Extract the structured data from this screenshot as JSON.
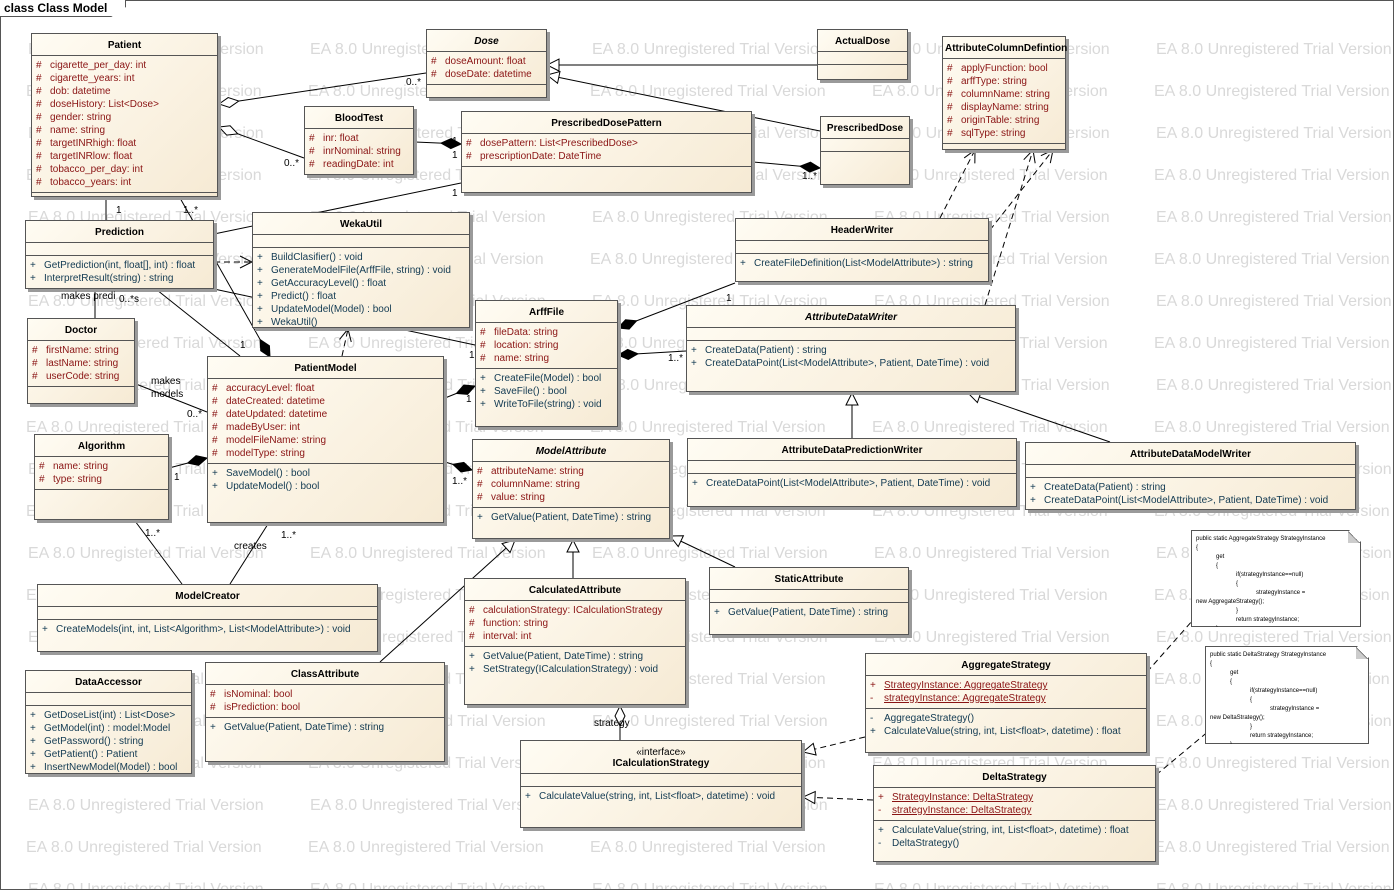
{
  "diagram": {
    "frame_title": "class Class Model",
    "watermark": "EA 8.0 Unregistered Trial Version"
  },
  "classes": {
    "patient": {
      "name": "Patient",
      "attrs": [
        [
          "#",
          "cigarette_per_day:  int"
        ],
        [
          "#",
          "cigarette_years:  int"
        ],
        [
          "#",
          "dob:  datetime"
        ],
        [
          "#",
          "doseHistory:  List<Dose>"
        ],
        [
          "#",
          "gender:  string"
        ],
        [
          "#",
          "name:  string"
        ],
        [
          "#",
          "targetINRhigh:  float"
        ],
        [
          "#",
          "targetINRlow:  float"
        ],
        [
          "#",
          "tobacco_per_day:  int"
        ],
        [
          "#",
          "tobacco_years:  int"
        ]
      ],
      "ops": []
    },
    "dose": {
      "name": "Dose",
      "attrs": [
        [
          "#",
          "doseAmount:  float"
        ],
        [
          "#",
          "doseDate:  datetime"
        ]
      ],
      "ops": []
    },
    "actual_dose": {
      "name": "ActualDose",
      "attrs": [],
      "ops": []
    },
    "attribute_column_definition": {
      "name": "AttributeColumnDefintion",
      "attrs": [
        [
          "#",
          "applyFunction:  bool"
        ],
        [
          "#",
          "arffType:  string"
        ],
        [
          "#",
          "columnName:  string"
        ],
        [
          "#",
          "displayName:  string"
        ],
        [
          "#",
          "originTable:  string"
        ],
        [
          "#",
          "sqlType:  string"
        ]
      ],
      "ops": []
    },
    "blood_test": {
      "name": "BloodTest",
      "attrs": [
        [
          "#",
          "inr:  float"
        ],
        [
          "#",
          "inrNominal:  string"
        ],
        [
          "#",
          "readingDate:  int"
        ]
      ],
      "ops": []
    },
    "prescribed_dose_pattern": {
      "name": "PrescribedDosePattern",
      "attrs": [
        [
          "#",
          "dosePattern:  List<PrescribedDose>"
        ],
        [
          "#",
          "prescriptionDate:  DateTime"
        ]
      ],
      "ops": []
    },
    "prescribed_dose": {
      "name": "PrescribedDose",
      "attrs": [],
      "ops": []
    },
    "prediction": {
      "name": "Prediction",
      "attrs": [],
      "ops": [
        [
          "+",
          "GetPrediction(int, float[], int) : float"
        ],
        [
          "+",
          "InterpretResult(string) : string"
        ]
      ]
    },
    "weka_util": {
      "name": "WekaUtil",
      "attrs": [],
      "ops": [
        [
          "+",
          "BuildClasifier() : void"
        ],
        [
          "+",
          "GenerateModelFile(ArffFile, string) : void"
        ],
        [
          "+",
          "GetAccuracyLevel() : float"
        ],
        [
          "+",
          "Predict() : float"
        ],
        [
          "+",
          "UpdateModel(Model) : bool"
        ],
        [
          "+",
          "WekaUtil()"
        ]
      ]
    },
    "header_writer": {
      "name": "HeaderWriter",
      "attrs": [],
      "ops": [
        [
          "+",
          "CreateFileDefinition(List<ModelAttribute>) : string"
        ]
      ]
    },
    "doctor": {
      "name": "Doctor",
      "attrs": [
        [
          "#",
          "firstName:  string"
        ],
        [
          "#",
          "lastName:  string"
        ],
        [
          "#",
          "userCode:  string"
        ]
      ],
      "ops": []
    },
    "arff_file": {
      "name": "ArffFile",
      "attrs": [
        [
          "#",
          "fileData:  string"
        ],
        [
          "#",
          "location:  string"
        ],
        [
          "#",
          "name:  string"
        ]
      ],
      "ops": [
        [
          "+",
          "CreateFile(Model) : bool"
        ],
        [
          "+",
          "SaveFile() : bool"
        ],
        [
          "+",
          "WriteToFile(string) : void"
        ]
      ]
    },
    "attribute_data_writer": {
      "name": "AttributeDataWriter",
      "attrs": [],
      "ops": [
        [
          "+",
          "CreateData(Patient) : string"
        ],
        [
          "+",
          "CreateDataPoint(List<ModelAttribute>, Patient, DateTime) : void"
        ]
      ]
    },
    "patient_model": {
      "name": "PatientModel",
      "attrs": [
        [
          "#",
          "accuracyLevel:  float"
        ],
        [
          "#",
          "dateCreated:  datetime"
        ],
        [
          "#",
          "dateUpdated:  datetime"
        ],
        [
          "#",
          "madeByUser:  int"
        ],
        [
          "#",
          "modelFileName:  string"
        ],
        [
          "#",
          "modelType:  string"
        ]
      ],
      "ops": [
        [
          "+",
          "SaveModel() : bool"
        ],
        [
          "+",
          "UpdateModel() : bool"
        ]
      ]
    },
    "algorithm": {
      "name": "Algorithm",
      "attrs": [
        [
          "#",
          "name:  string"
        ],
        [
          "#",
          "type:  string"
        ]
      ],
      "ops": []
    },
    "model_attribute": {
      "name": "ModelAttribute",
      "attrs": [
        [
          "#",
          "attributeName:  string"
        ],
        [
          "#",
          "columnName:  string"
        ],
        [
          "#",
          "value:  string"
        ]
      ],
      "ops": [
        [
          "+",
          "GetValue(Patient, DateTime) : string"
        ]
      ]
    },
    "attribute_data_prediction_writer": {
      "name": "AttributeDataPredictionWriter",
      "attrs": [],
      "ops": [
        [
          "+",
          "CreateDataPoint(List<ModelAttribute>, Patient, DateTime) : void"
        ]
      ]
    },
    "attribute_data_model_writer": {
      "name": "AttributeDataModelWriter",
      "attrs": [],
      "ops": [
        [
          "+",
          "CreateData(Patient) : string"
        ],
        [
          "+",
          "CreateDataPoint(List<ModelAttribute>, Patient, DateTime) : void"
        ]
      ]
    },
    "calculated_attribute": {
      "name": "CalculatedAttribute",
      "attrs": [
        [
          "#",
          "calculationStrategy:  ICalculationStrategy"
        ],
        [
          "#",
          "function:  string"
        ],
        [
          "#",
          "interval:  int"
        ]
      ],
      "ops": [
        [
          "+",
          "GetValue(Patient, DateTime) : string"
        ],
        [
          "+",
          "SetStrategy(ICalculationStrategy) : void"
        ]
      ]
    },
    "static_attribute": {
      "name": "StaticAttribute",
      "attrs": [],
      "ops": [
        [
          "+",
          "GetValue(Patient, DateTime) : string"
        ]
      ]
    },
    "model_creator": {
      "name": "ModelCreator",
      "attrs": [],
      "ops": [
        [
          "+",
          "CreateModels(int, int, List<Algorithm>, List<ModelAttribute>) : void"
        ]
      ]
    },
    "data_accessor": {
      "name": "DataAccessor",
      "attrs": [],
      "ops": [
        [
          "+",
          "GetDoseList(int) : List<Dose>"
        ],
        [
          "+",
          "GetModel(int) : model:Model"
        ],
        [
          "+",
          "GetPassword() : string"
        ],
        [
          "+",
          "GetPatient() : Patient"
        ],
        [
          "+",
          "InsertNewModel(Model) : bool"
        ]
      ]
    },
    "class_attribute": {
      "name": "ClassAttribute",
      "attrs": [
        [
          "#",
          "isNominal:  bool"
        ],
        [
          "#",
          "isPrediction:  bool"
        ]
      ],
      "ops": [
        [
          "+",
          "GetValue(Patient, DateTime) : string"
        ]
      ]
    },
    "aggregate_strategy": {
      "name": "AggregateStrategy",
      "attrs": [
        [
          "+",
          "StrategyInstance:  AggregateStrategy"
        ],
        [
          "-",
          "strategyInstance:  AggregateStrategy"
        ]
      ],
      "ops": [
        [
          "-",
          "AggregateStrategy()"
        ],
        [
          "+",
          "CalculateValue(string, int, List<float>, datetime) : float"
        ]
      ]
    },
    "icalculation_strategy": {
      "name": "ICalculationStrategy",
      "stereotype": "«interface»",
      "attrs": [],
      "ops": [
        [
          "+",
          "CalculateValue(string, int, List<float>, datetime) : void"
        ]
      ]
    },
    "delta_strategy": {
      "name": "DeltaStrategy",
      "attrs": [
        [
          "+",
          "StrategyInstance:  DeltaStrategy"
        ],
        [
          "-",
          "strategyInstance:  DeltaStrategy"
        ]
      ],
      "ops": [
        [
          "+",
          "CalculateValue(string, int, List<float>, datetime) : float"
        ],
        [
          "-",
          "DeltaStrategy()"
        ]
      ]
    }
  },
  "notes": {
    "aggregate_note": "public static AggregateStrategy StrategyInstance\n{\n            get\n            {\n                        if(strategyInstance==null)\n                        {\n                                    strategyInstance =\nnew AggregateStrategy();\n                        }\n                        return strategyInstance;\n            }\n}",
    "delta_note": "public static DeltaStrategy StrategyInstance\n{\n            get\n            {\n                        if(strategyInstance==null)\n                        {\n                                    strategyInstance =\nnew DeltaStrategy();\n                        }\n                        return strategyInstance;\n            }\n}"
  },
  "labels": {
    "patient_dose": "0..*",
    "bloodtest_many": "0..*",
    "bloodtest_one": "1",
    "pdp_one": "1",
    "pdp_prescribed": "1..*",
    "patient_one": "1",
    "patient_many": "1..*",
    "pred_pdp": "1",
    "makes_predictions": "makes predi",
    "makes_predictions_b": "0..*s",
    "makes_models_a": "makes",
    "makes_models_b": "models",
    "doctor_pm": "0..*",
    "pm_one": "1",
    "pm_arff": "1",
    "arff_one": "1",
    "arff_writer": "1..*",
    "header_one": "1",
    "algo_one": "1",
    "pm_attr": "1..*",
    "algo_creator": "1..*",
    "creates": "creates",
    "pm_creator": "1..*",
    "strategy": "strategy"
  }
}
